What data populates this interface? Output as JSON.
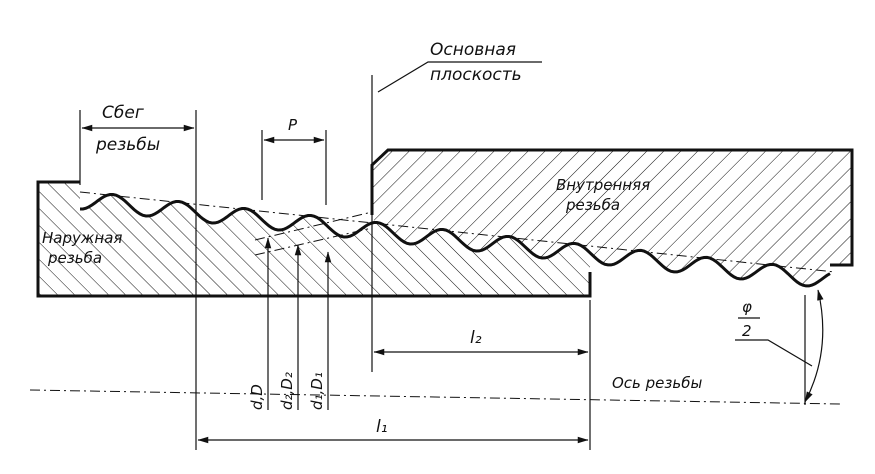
{
  "labels": {
    "main_plane_line1": "Основная",
    "main_plane_line2": "плоскость",
    "runout_line1": "Сбег",
    "runout_line2": "резьбы",
    "pitch": "P",
    "internal_line1": "Внутренняя",
    "internal_line2": "резьба",
    "external_line1": "Наружная",
    "external_line2": "резьба",
    "d_major": "d,D",
    "d_pitch": "d₂,D₂",
    "d_minor": "d₁,D₁",
    "l2": "l₂",
    "l1": "l₁",
    "angle_num": "φ",
    "angle_den": "2",
    "axis": "Ось резьбы"
  },
  "colors": {
    "ink": "#111111",
    "paper": "#ffffff"
  }
}
